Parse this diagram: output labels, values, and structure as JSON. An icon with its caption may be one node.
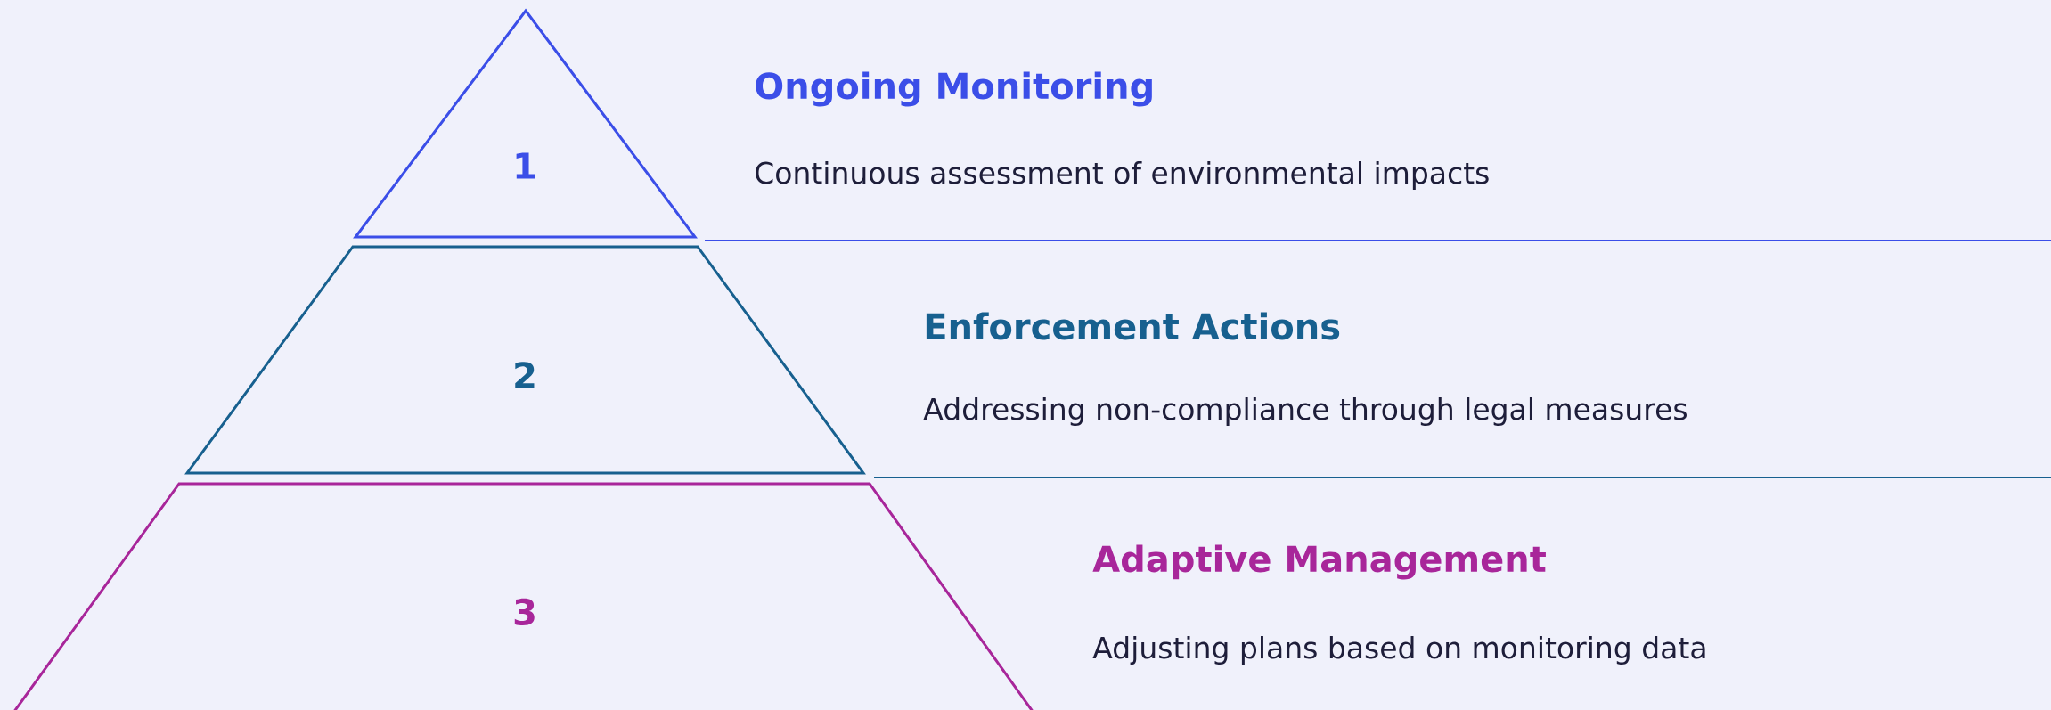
{
  "diagram": {
    "nodes": [
      {
        "text": [
          "1"
        ],
        "beside": [
          "Ongoing Monitoring",
          "Continuous assessment of environmental impacts"
        ]
      },
      {
        "text": [
          "2"
        ],
        "beside": [
          "Enforcement Actions",
          "Addressing non-compliance through legal measures"
        ]
      },
      {
        "text": [
          "3"
        ],
        "beside": [
          "Adaptive Management",
          "Adjusting plans based on monitoring data"
        ]
      }
    ]
  }
}
